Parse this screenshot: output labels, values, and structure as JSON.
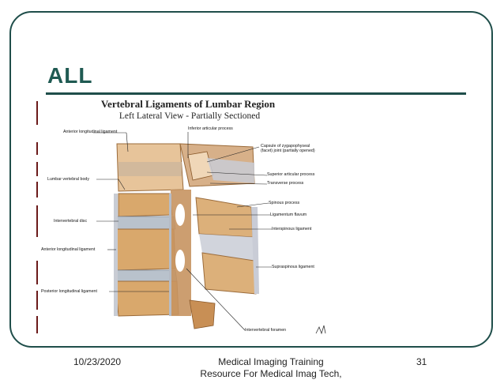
{
  "slide": {
    "title": "ALL"
  },
  "diagram": {
    "title": "Vertebral Ligaments of Lumbar Region",
    "subtitle": "Left Lateral View - Partially Sectioned",
    "labels": {
      "anterior_longitudinal_ligament_top": "Anterior longitudinal ligament",
      "inferior_articular_process": "Inferior articular process",
      "capsule_line1": "Capsule of zygapophyseal",
      "capsule_line2": "(facet) joint (partially opened)",
      "lumbar_vertebral_body": "Lumbar vertebral body",
      "superior_articular_process": "Superior articular process",
      "transverse_process": "Transverse process",
      "spinous_process": "Spinous process",
      "ligamentum_flavum": "Ligamentum flavum",
      "intervertebral_disc": "Intervertebral disc",
      "interspinous_ligament": "Interspinous ligament",
      "anterior_longitudinal_ligament_mid": "Anterior longitudinal ligament",
      "supraspinous_ligament": "Supraspinous ligament",
      "posterior_longitudinal_ligament": "Posterior longitudinal ligament",
      "intervertebral_foramen": "Intervertebral foramen"
    },
    "colors": {
      "bone": "#d9a86c",
      "bone_dark": "#b07a3e",
      "disc": "#b9c2cc",
      "ligament": "#c9ccd6"
    }
  },
  "footer": {
    "date": "10/23/2020",
    "center_line1": "Medical Imaging Training",
    "center_line2": "Resource For Medical Imag Tech,",
    "page": "31"
  },
  "theme": {
    "accent": "#1f5a52"
  }
}
